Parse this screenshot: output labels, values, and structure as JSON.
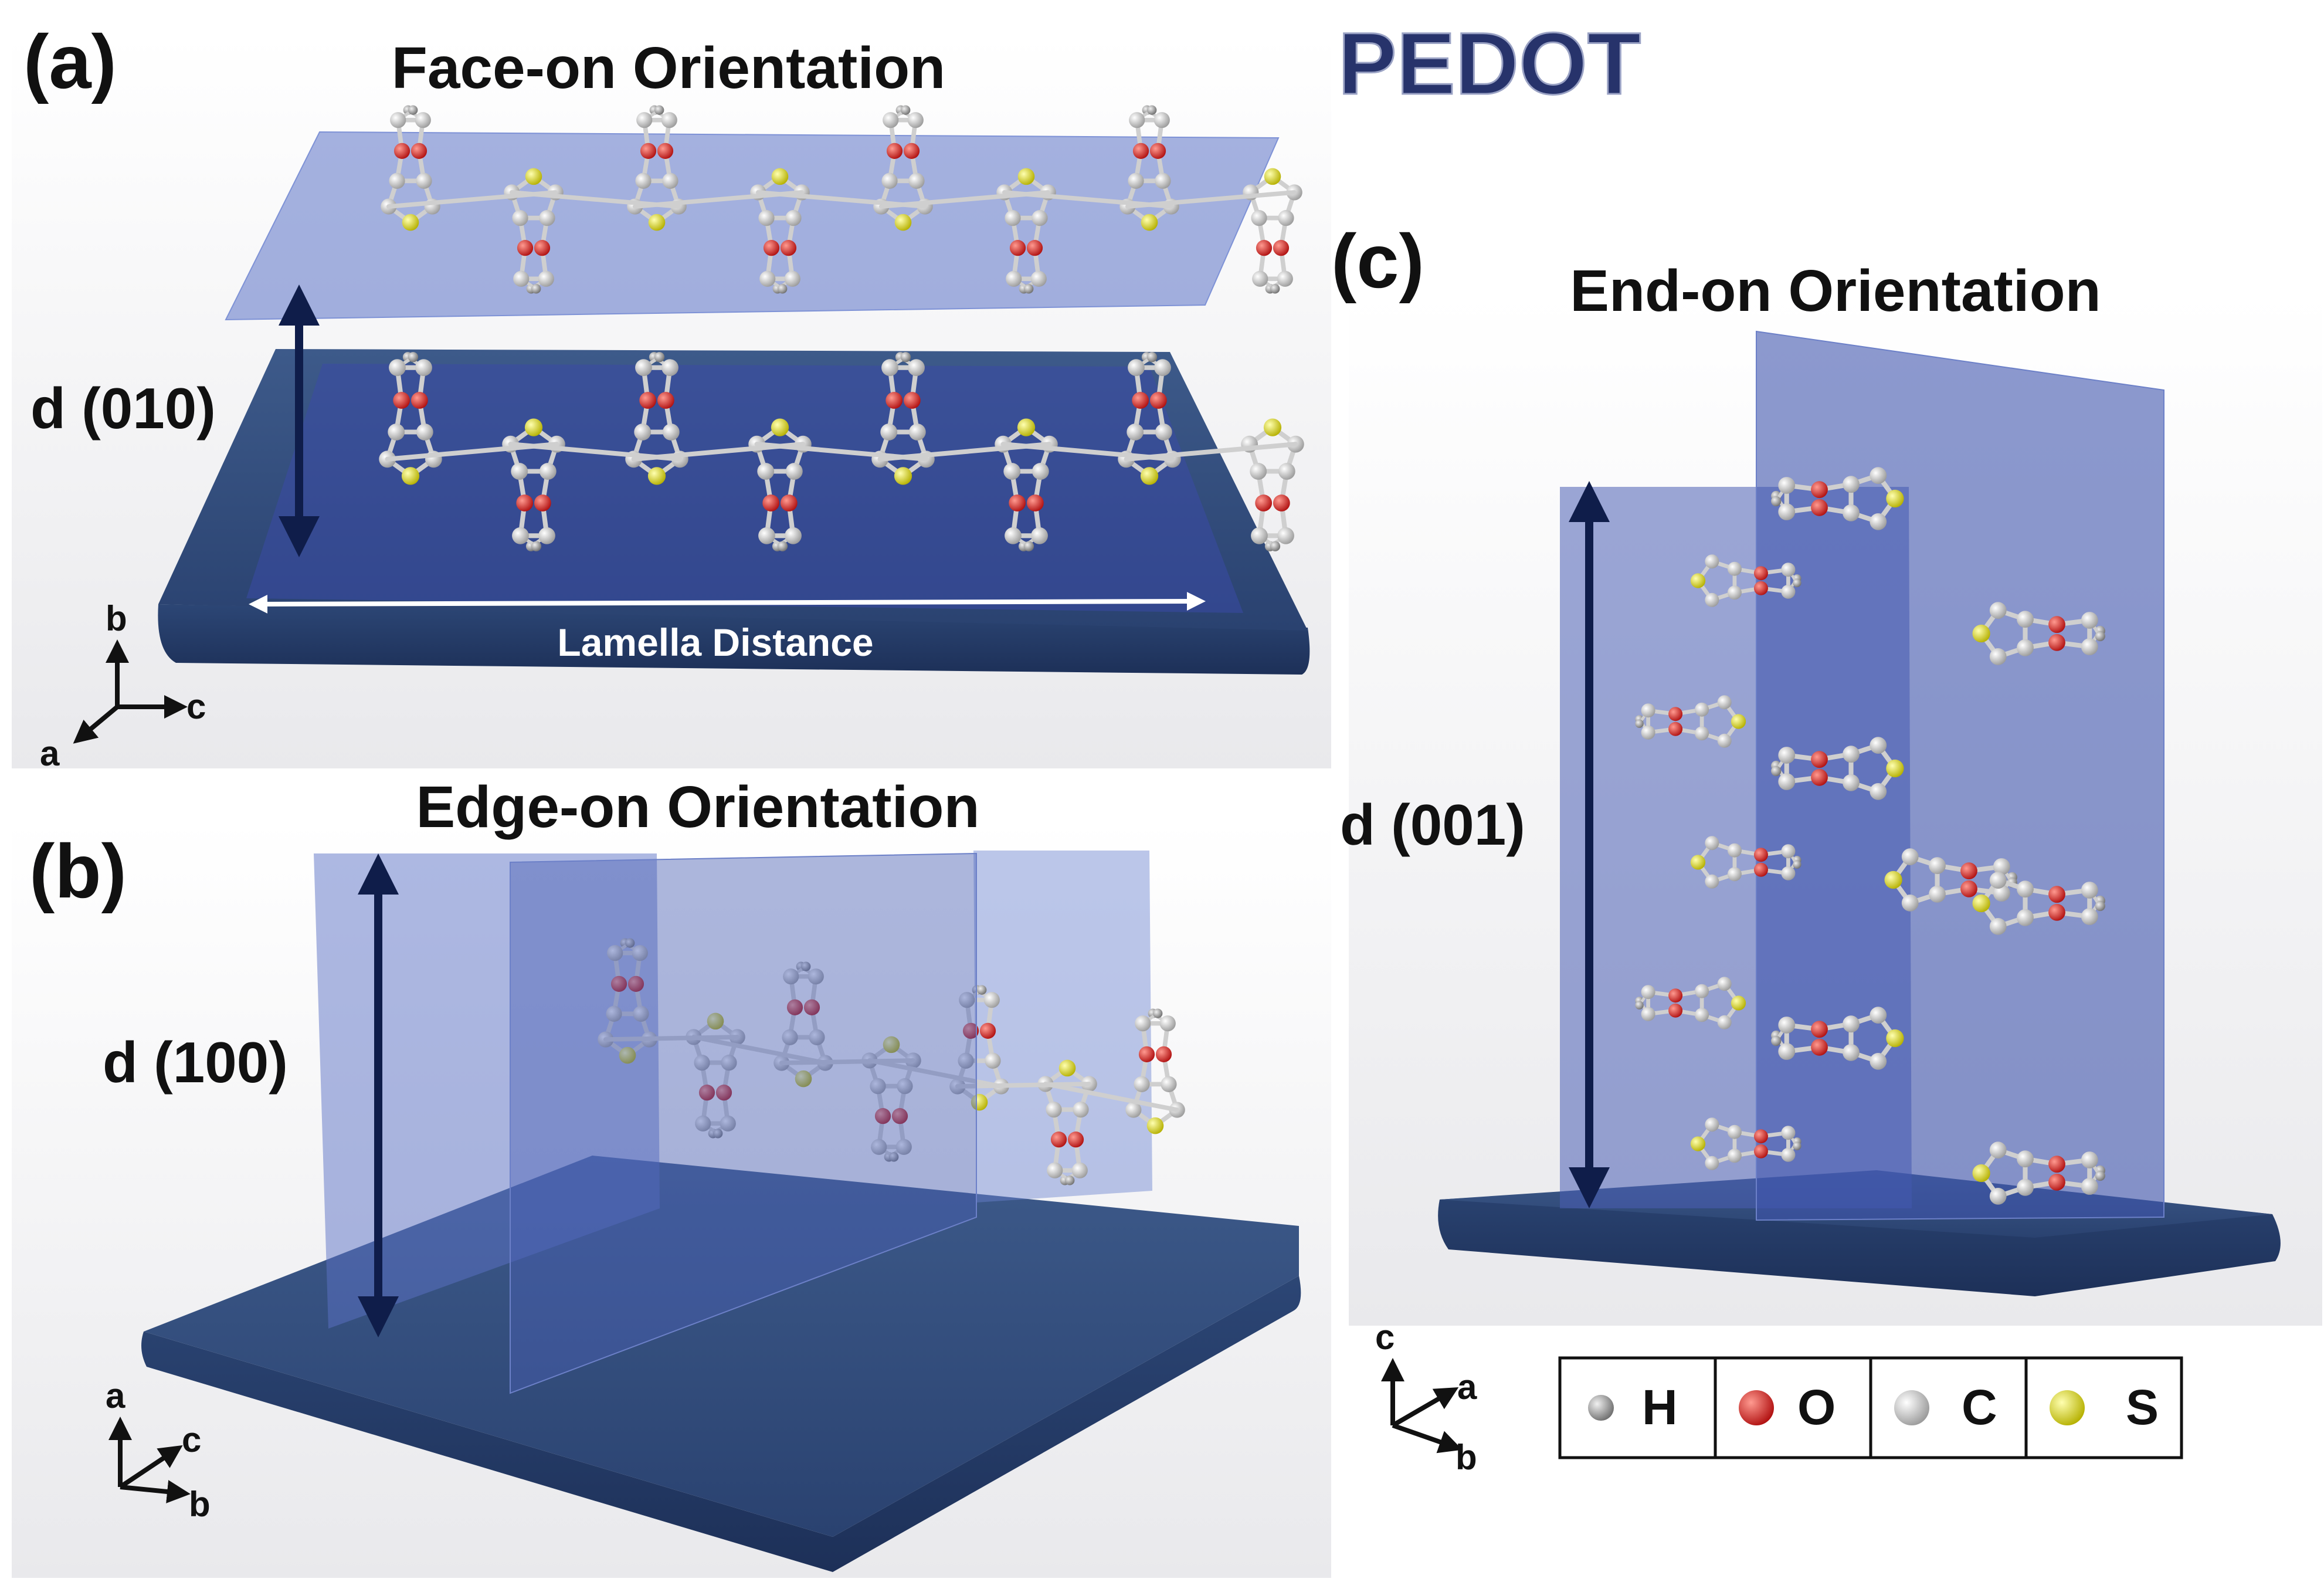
{
  "title": "PEDOT",
  "panels": [
    {
      "id": "a",
      "label": "(a)",
      "title": "Face-on Orientation",
      "spacing": "d (010)",
      "extra": "Lamella Distance",
      "axes": {
        "up": "b",
        "right": "c",
        "diag": "a"
      }
    },
    {
      "id": "b",
      "label": "(b)",
      "title": "Edge-on Orientation",
      "spacing": "d (100)",
      "axes": {
        "up": "a",
        "right": "c",
        "diag": "b"
      }
    },
    {
      "id": "c",
      "label": "(c)",
      "title": "End-on Orientation",
      "spacing": "d (001)",
      "axes": {
        "up": "c",
        "right": "a",
        "diag": "b"
      }
    }
  ],
  "legend": [
    {
      "symbol": "H",
      "color": "#8c8c8c"
    },
    {
      "symbol": "O",
      "color": "#e0201a"
    },
    {
      "symbol": "C",
      "color": "#d8d8d8"
    },
    {
      "symbol": "S",
      "color": "#e6e21e"
    }
  ],
  "colors": {
    "title": "#27336b",
    "substrate": "#324d78",
    "plane": "#4a63b0",
    "arrow": "#0f1d4a"
  }
}
